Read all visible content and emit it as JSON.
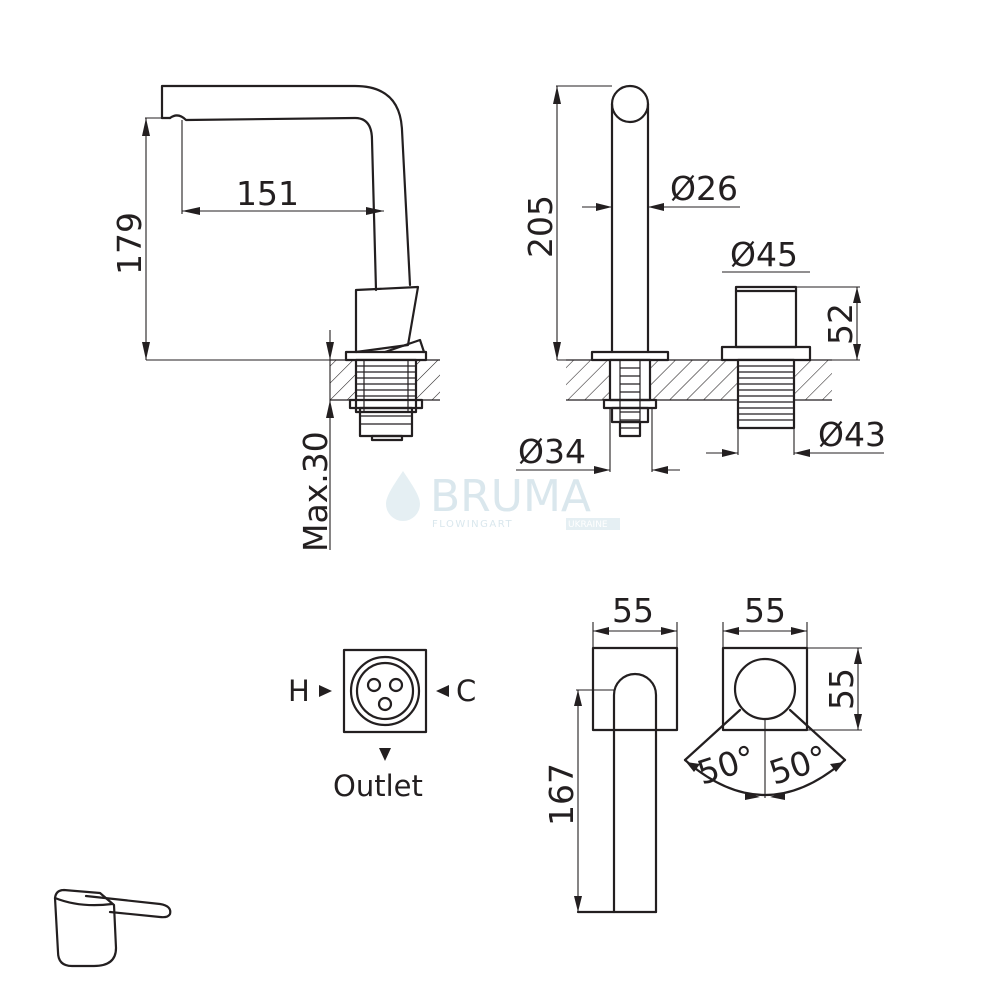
{
  "dims": {
    "side_reach": "151",
    "side_height": "179",
    "deck_max": "Max.30",
    "front_height": "205",
    "spout_dia": "Ø26",
    "handle_dia": "Ø45",
    "handle_height": "52",
    "base_dia_left": "Ø34",
    "base_dia_right": "Ø43",
    "top_width_left": "55",
    "top_width_right": "55",
    "top_depth": "55",
    "top_spout_len": "167",
    "angle_left": "50°",
    "angle_right": "50°"
  },
  "valve": {
    "hot": "H",
    "cold": "C",
    "outlet": "Outlet"
  },
  "watermark": {
    "brand": "BRUMA",
    "tagline": "FLOWINGART",
    "badge": "UKRAINE"
  },
  "colors": {
    "line": "#231f20",
    "watermark": "#d6e5ec"
  }
}
